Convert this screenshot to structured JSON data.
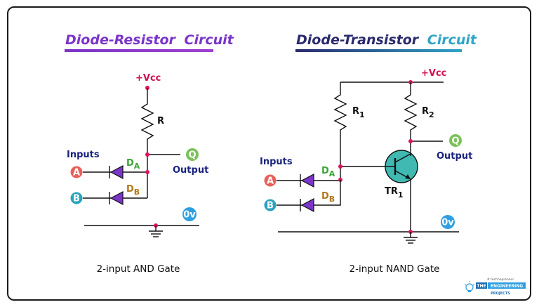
{
  "left": {
    "title_part1": "Diode-Resistor",
    "title_part2": "Circuit",
    "vcc": "+Vcc",
    "resistor": "R",
    "inputs": "Inputs",
    "diode_a_letter": "D",
    "diode_a_sub": "A",
    "diode_b_letter": "D",
    "diode_b_sub": "B",
    "input_a": "A",
    "input_b": "B",
    "output_node": "Q",
    "output_label": "Output",
    "ground_label": "0v",
    "caption": "2-input AND Gate"
  },
  "right": {
    "title_part1": "Diode-Transistor",
    "title_part2": "Circuit",
    "vcc": "+Vcc",
    "r1_letter": "R",
    "r1_sub": "1",
    "r2_letter": "R",
    "r2_sub": "2",
    "transistor_letter": "TR",
    "transistor_sub": "1",
    "inputs": "Inputs",
    "diode_a_letter": "D",
    "diode_a_sub": "A",
    "diode_b_letter": "D",
    "diode_b_sub": "B",
    "input_a": "A",
    "input_b": "B",
    "output_node": "Q",
    "output_label": "Output",
    "ground_label": "0v",
    "caption": "2-input NAND Gate"
  },
  "logo": {
    "tagline": "# technopreneur",
    "the": "THE",
    "engineering": "ENGINEERING",
    "projects": "PROJECTS"
  },
  "colors": {
    "title_left": "#7b35c8",
    "title_right": "#2a2a6e",
    "title_accent": "#2fa4c6",
    "vcc": "#d0104f",
    "node": "#e0115f",
    "inputs_label": "#1a237e",
    "diode_label_green": "#3aa537",
    "diode_label_brown": "#b2781d",
    "input_a_circle": "#e8605c",
    "input_b_circle": "#2aa3bd",
    "output_circle": "#7cc15a",
    "ground_badge": "#2f9fe0",
    "diode_fill": "#7b35c8"
  }
}
